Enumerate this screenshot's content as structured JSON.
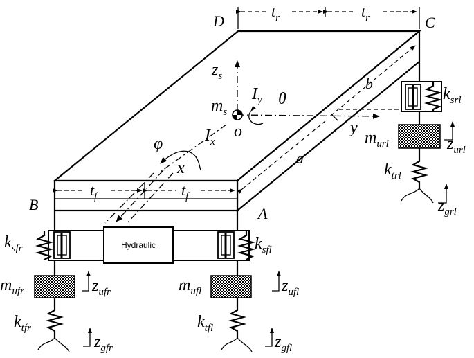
{
  "corners": {
    "a": "A",
    "b": "B",
    "c": "C",
    "d": "D"
  },
  "dimensions": {
    "tr_main": "t",
    "tr_sub": "r",
    "tf_main": "t",
    "tf_sub": "f",
    "a": "a",
    "b": "b"
  },
  "axes": {
    "zs_main": "z",
    "zs_sub": "s",
    "x": "x",
    "y": "y",
    "o": "o",
    "Ix_main": "I",
    "Ix_sub": "x",
    "Iy_main": "I",
    "Iy_sub": "y",
    "theta": "θ",
    "phi": "φ",
    "ms_main": "m",
    "ms_sub": "s"
  },
  "hydraulic": {
    "label": "Hydraulic"
  },
  "corners_suspension": {
    "front_right": {
      "k_s_main": "k",
      "k_s_sub": "sfr",
      "m_u_main": "m",
      "m_u_sub": "ufr",
      "z_u_main": "z",
      "z_u_sub": "ufr",
      "k_t_main": "k",
      "k_t_sub": "tfr",
      "z_g_main": "z",
      "z_g_sub": "gfr"
    },
    "front_left": {
      "k_s_main": "k",
      "k_s_sub": "sfl",
      "m_u_main": "m",
      "m_u_sub": "ufl",
      "z_u_main": "z",
      "z_u_sub": "ufl",
      "k_t_main": "k",
      "k_t_sub": "tfl",
      "z_g_main": "z",
      "z_g_sub": "gfl"
    },
    "rear_left": {
      "k_s_main": "k",
      "k_s_sub": "srl",
      "m_u_main": "m",
      "m_u_sub": "url",
      "z_u_main": "z",
      "z_u_sub": "url",
      "k_t_main": "k",
      "k_t_sub": "trl",
      "z_g_main": "z",
      "z_g_sub": "grl"
    }
  }
}
